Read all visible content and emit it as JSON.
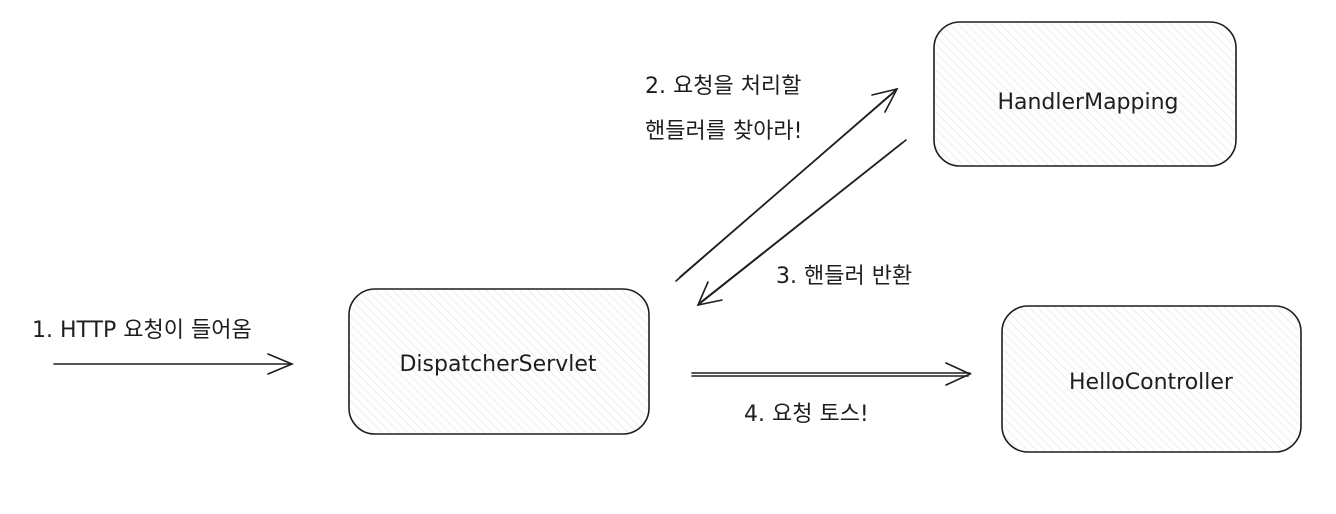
{
  "nodes": {
    "handler_mapping": "HandlerMapping",
    "dispatcher_servlet": "DispatcherServlet",
    "hello_controller": "HelloController"
  },
  "edges": {
    "incoming_request": "1. HTTP 요청이 들어옴",
    "find_handler_line1": "2. 요청을 처리할",
    "find_handler_line2": "핸들러를 찾아라!",
    "return_handler": "3. 핸들러 반환",
    "forward_request": "4. 요청 토스!"
  },
  "colors": {
    "stroke": "#1e1e1e",
    "background": "#ffffff",
    "hatch": "#e2e2e2"
  }
}
